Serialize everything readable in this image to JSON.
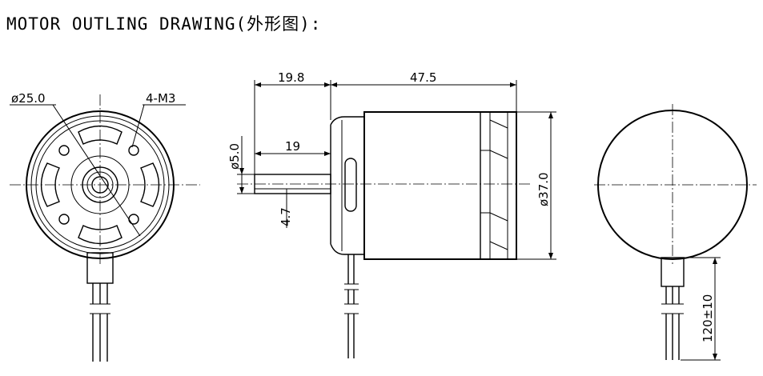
{
  "title": "MOTOR OUTLING DRAWING(外形图):",
  "front_view": {
    "diameter_label": "ø25.0",
    "holes_label": "4-M3"
  },
  "side_view": {
    "shaft_extension": "19.8",
    "body_length": "47.5",
    "shaft_diameter": "ø5.0",
    "shaft_length": "19",
    "flat_dimension": "4.7",
    "body_diameter": "ø37.0"
  },
  "rear_view": {
    "lead_length": "120±10"
  }
}
